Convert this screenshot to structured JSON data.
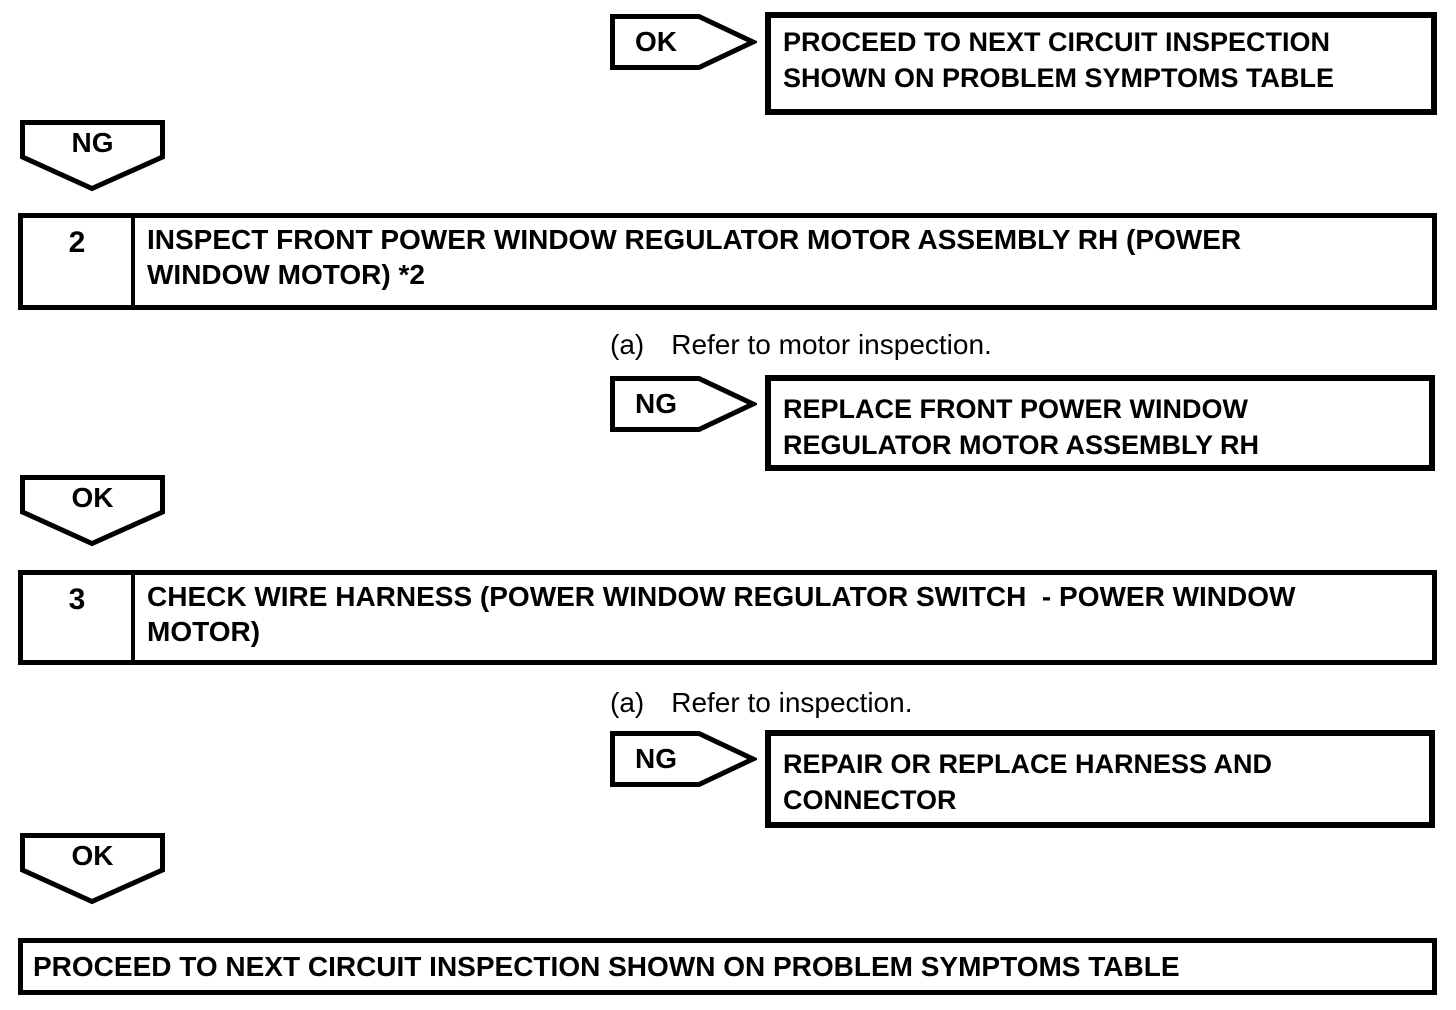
{
  "flowchart": {
    "top_branch": {
      "tag": "OK",
      "result": "PROCEED TO NEXT CIRCUIT INSPECTION\nSHOWN ON PROBLEM SYMPTOMS TABLE"
    },
    "ng_connector_top": "NG",
    "steps": [
      {
        "number": "2",
        "title": "INSPECT FRONT POWER WINDOW REGULATOR MOTOR ASSEMBLY RH (POWER\nWINDOW MOTOR) *2",
        "note_label": "(a)",
        "note_text": "Refer to motor inspection.",
        "ng_tag": "NG",
        "ng_result": "REPLACE FRONT POWER WINDOW\nREGULATOR MOTOR ASSEMBLY RH",
        "ok_connector": "OK"
      },
      {
        "number": "3",
        "title": "CHECK WIRE HARNESS (POWER WINDOW REGULATOR SWITCH  - POWER WINDOW\nMOTOR)",
        "note_label": "(a)",
        "note_text": "Refer to inspection.",
        "ng_tag": "NG",
        "ng_result": "REPAIR OR REPLACE HARNESS AND\nCONNECTOR",
        "ok_connector": "OK"
      }
    ],
    "final_result": "PROCEED TO NEXT CIRCUIT INSPECTION SHOWN ON PROBLEM SYMPTOMS TABLE",
    "colors": {
      "line": "#000000",
      "background": "#ffffff"
    }
  }
}
